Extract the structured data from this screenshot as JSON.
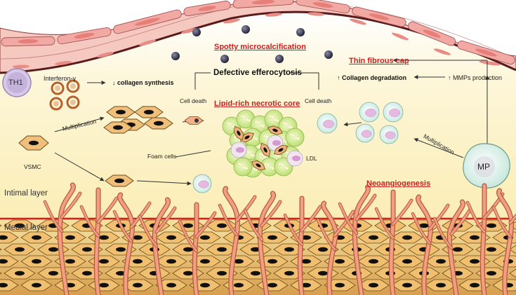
{
  "labels": {
    "spotty": "Spotty microcalcification",
    "thin_cap": "Thin fibrous cap",
    "defective": "Defective efferocytosis",
    "interferon": "Interferon-γ",
    "collagen_synth": "↓ collagen synthesis",
    "th1": "TH1",
    "cell_death_left": "Cell death",
    "cell_death_right": "Cell death",
    "lipid_core": "Lipid-rich necrotic core",
    "collagen_deg": "↑ Collagen degradation",
    "mmps": "↑ MMPs production",
    "multiplication_left": "Multiplication",
    "multiplication_right": "Multiplication",
    "vsmc": "VSMC",
    "foam_cells": "Foam cells",
    "ldl": "LDL",
    "mp": "MP",
    "neoangiogenesis": "Neoangiogenesis",
    "intimal_layer": "Intimal layer",
    "medial_layer": "Medial layer"
  },
  "colors": {
    "accent_red": "#c8201f",
    "endothelium": "#f2a9a3",
    "intima_bg": "#fdf3c8",
    "medial_bg": "#e0b060",
    "vessel": "#e08a6c"
  }
}
